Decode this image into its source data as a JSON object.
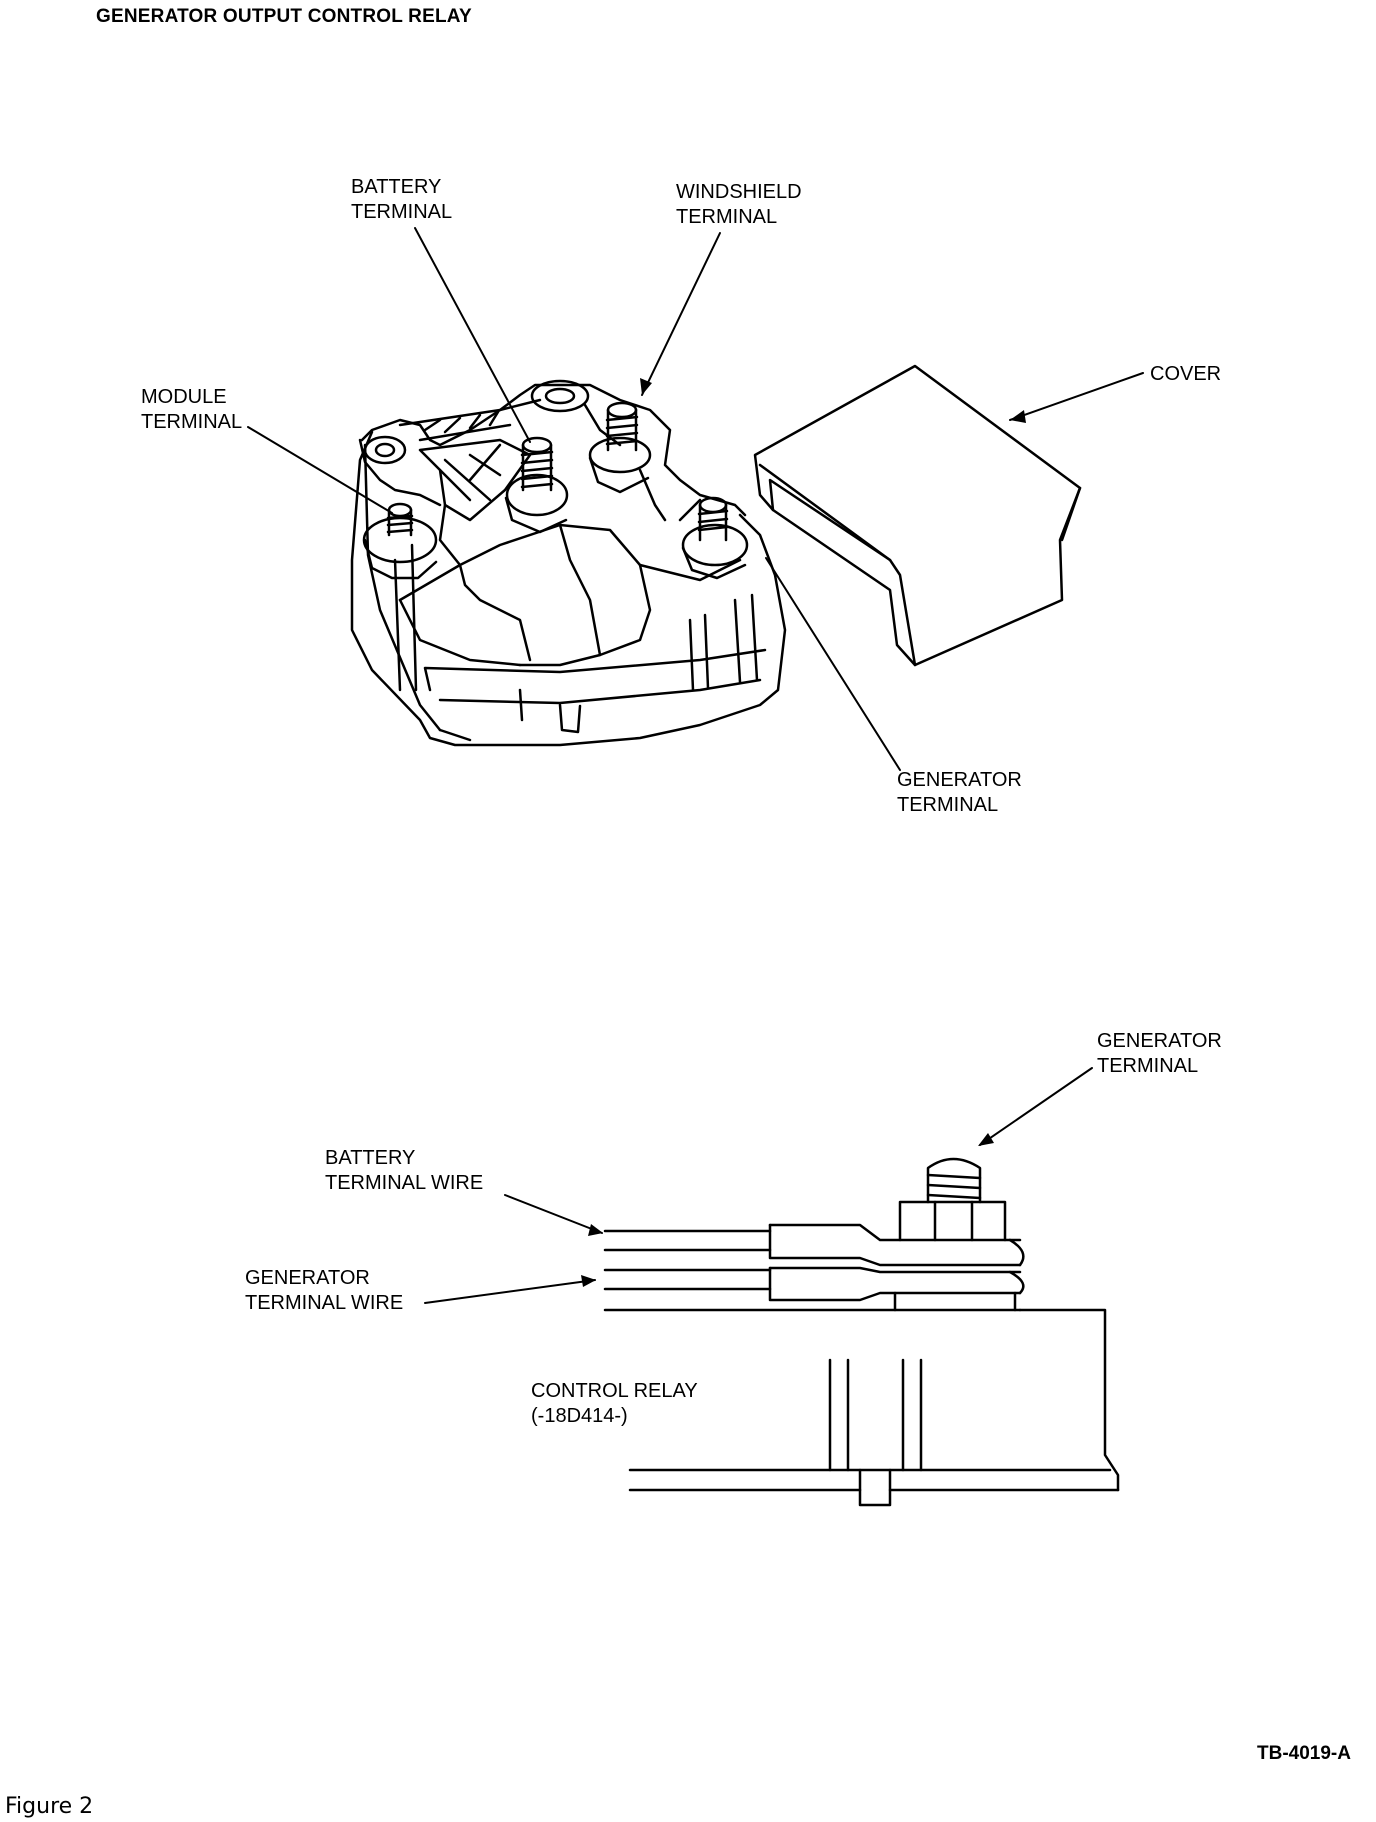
{
  "title": "GENERATOR OUTPUT CONTROL RELAY",
  "top_view": {
    "battery_terminal": [
      "BATTERY",
      "TERMINAL"
    ],
    "windshield_terminal": [
      "WINDSHIELD",
      "TERMINAL"
    ],
    "module_terminal": [
      "MODULE",
      "TERMINAL"
    ],
    "cover": "COVER",
    "generator_terminal": [
      "GENERATOR",
      "TERMINAL"
    ]
  },
  "side_view": {
    "generator_terminal": [
      "GENERATOR",
      "TERMINAL"
    ],
    "battery_terminal_wire": [
      "BATTERY",
      "TERMINAL WIRE"
    ],
    "generator_terminal_wire": [
      "GENERATOR",
      "TERMINAL WIRE"
    ],
    "control_relay": [
      "CONTROL RELAY",
      "(-18D414-)"
    ]
  },
  "figure_code": "TB-4019-A",
  "caption": "Figure 2"
}
